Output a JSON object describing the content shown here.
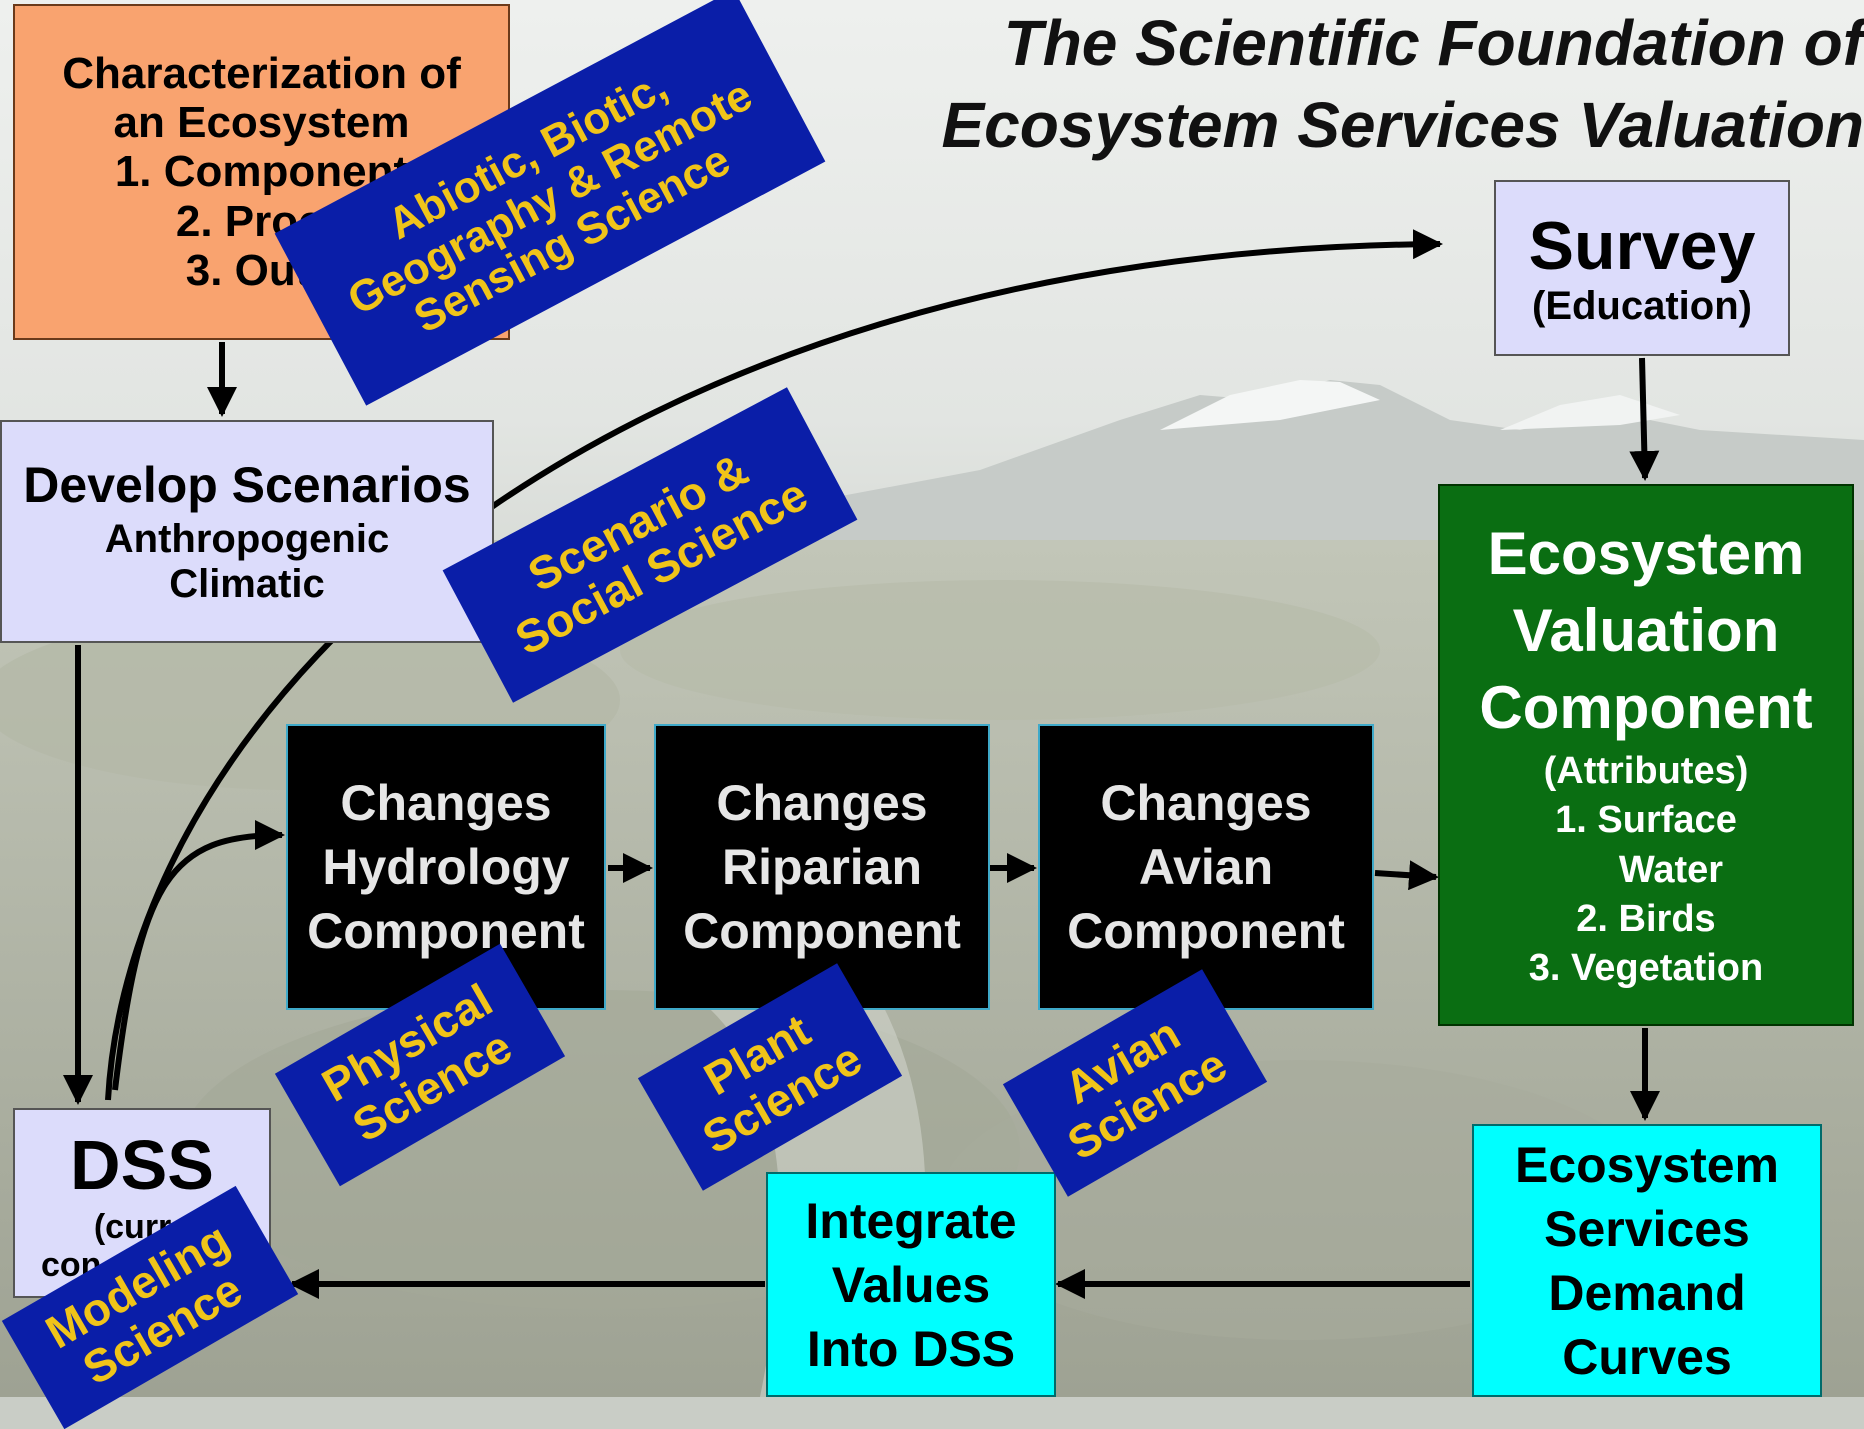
{
  "title": {
    "line1": "The Scientific Foundation of",
    "line2": "Ecosystem Services Valuation"
  },
  "characterization": {
    "line1": "Characterization of",
    "line2": "an Ecosystem",
    "line3": "1. Component",
    "line4": "2. Proce",
    "line5": "3. Outp"
  },
  "develop_scenarios": {
    "title": "Develop Scenarios",
    "line1": "Anthropogenic",
    "line2": "Climatic"
  },
  "survey": {
    "title": "Survey",
    "subtitle": "(Education)"
  },
  "valuation": {
    "line1": "Ecosystem",
    "line2": "Valuation",
    "line3": "Component",
    "line4": "(Attributes)",
    "item1": "1. Surface",
    "item1b": "Water",
    "item2": "2. Birds",
    "item3": "3. Vegetation"
  },
  "hydrology": {
    "line1": "Changes",
    "line2": "Hydrology",
    "line3": "Component"
  },
  "riparian": {
    "line1": "Changes",
    "line2": "Riparian",
    "line3": "Component"
  },
  "avian": {
    "line1": "Changes",
    "line2": "Avian",
    "line3": "Component"
  },
  "dss": {
    "title": "DSS",
    "line1": "(curre",
    "line2": "con"
  },
  "integrate": {
    "line1": "Integrate",
    "line2": "Values",
    "line3": "Into DSS"
  },
  "demand": {
    "line1": "Ecosystem",
    "line2": "Services",
    "line3": "Demand",
    "line4": "Curves"
  },
  "banners": {
    "abiotic": {
      "line1": "Abiotic, Biotic,",
      "line2": "Geography & Remote",
      "line3": "Sensing Science"
    },
    "scenario": {
      "line1": "Scenario &",
      "line2": "Social Science"
    },
    "physical": {
      "line1": "Physical",
      "line2": "Science"
    },
    "plant": {
      "line1": "Plant",
      "line2": "Science"
    },
    "avian": {
      "line1": "Avian",
      "line2": "Science"
    },
    "modeling": {
      "line1": "Modeling",
      "line2": "Science"
    }
  },
  "colors": {
    "orange": "#f9a36f",
    "lavender": "#dcdcfb",
    "green": "#0a6e12",
    "cyan": "#00ffff",
    "black_box": "#000000",
    "banner_blue": "#0a1ea8",
    "banner_text": "#f0c419"
  }
}
